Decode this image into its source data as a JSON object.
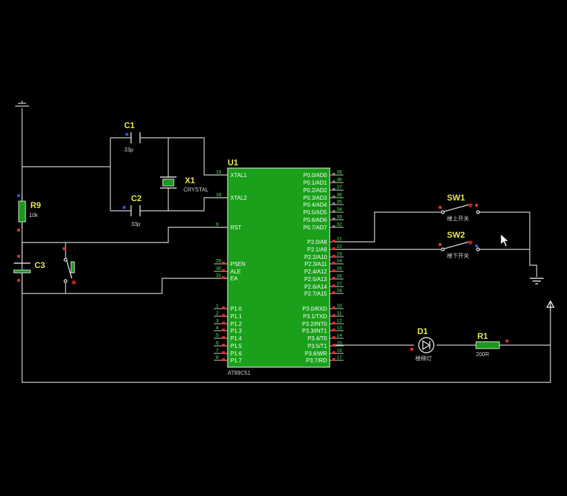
{
  "colors": {
    "background": "#000000",
    "wire": "#d6d6d6",
    "chip_fill": "#1aa01a",
    "component_fill": "#1a9a1a",
    "label_yellow": "#e8e84a",
    "pin_red": "#e23030",
    "pin_blue": "#3a4ee0"
  },
  "u1": {
    "ref": "U1",
    "part": "AT89C51",
    "left_pins": [
      {
        "num": "19",
        "name": "XTAL1"
      },
      {
        "num": "18",
        "name": "XTAL2"
      },
      {
        "num": "9",
        "name": "RST"
      },
      {
        "num": "29",
        "name": "PSEN"
      },
      {
        "num": "30",
        "name": "ALE"
      },
      {
        "num": "31",
        "name": "EA"
      },
      {
        "num": "1",
        "name": "P1.0"
      },
      {
        "num": "2",
        "name": "P1.1"
      },
      {
        "num": "3",
        "name": "P1.2"
      },
      {
        "num": "4",
        "name": "P1.3"
      },
      {
        "num": "5",
        "name": "P1.4"
      },
      {
        "num": "6",
        "name": "P1.5"
      },
      {
        "num": "7",
        "name": "P1.6"
      },
      {
        "num": "8",
        "name": "P1.7"
      }
    ],
    "right_pins": [
      {
        "num": "39",
        "name": "P0.0/AD0"
      },
      {
        "num": "38",
        "name": "P0.1/AD1"
      },
      {
        "num": "37",
        "name": "P0.2/AD2"
      },
      {
        "num": "36",
        "name": "P0.3/AD3"
      },
      {
        "num": "35",
        "name": "P0.4/AD4"
      },
      {
        "num": "34",
        "name": "P0.5/AD5"
      },
      {
        "num": "33",
        "name": "P0.6/AD6"
      },
      {
        "num": "32",
        "name": "P0.7/AD7"
      },
      {
        "num": "21",
        "name": "P2.0/A8"
      },
      {
        "num": "22",
        "name": "P2.1/A9"
      },
      {
        "num": "23",
        "name": "P2.2/A10"
      },
      {
        "num": "24",
        "name": "P2.3/A11"
      },
      {
        "num": "25",
        "name": "P2.4/A12"
      },
      {
        "num": "26",
        "name": "P2.5/A13"
      },
      {
        "num": "27",
        "name": "P2.6/A14"
      },
      {
        "num": "28",
        "name": "P2.7/A15"
      },
      {
        "num": "10",
        "name": "P3.0/RXD"
      },
      {
        "num": "11",
        "name": "P3.1/TXD"
      },
      {
        "num": "12",
        "name": "P3.2/INT0"
      },
      {
        "num": "13",
        "name": "P3.3/INT1"
      },
      {
        "num": "14",
        "name": "P3.4/T0"
      },
      {
        "num": "15",
        "name": "P3.5/T1"
      },
      {
        "num": "16",
        "name": "P3.6/WR"
      },
      {
        "num": "17",
        "name": "P3.7/RD"
      }
    ]
  },
  "c1": {
    "ref": "C1",
    "value": "33p"
  },
  "c2": {
    "ref": "C2",
    "value": "33p"
  },
  "x1": {
    "ref": "X1",
    "value": "CRYSTAL"
  },
  "r9": {
    "ref": "R9",
    "value": "10k"
  },
  "c3": {
    "ref": "C3"
  },
  "sw1": {
    "ref": "SW1",
    "label": "楼上开关"
  },
  "sw2": {
    "ref": "SW2",
    "label": "楼下开关"
  },
  "d1": {
    "ref": "D1",
    "label": "楼梯灯"
  },
  "r1": {
    "ref": "R1",
    "value": "200R"
  }
}
